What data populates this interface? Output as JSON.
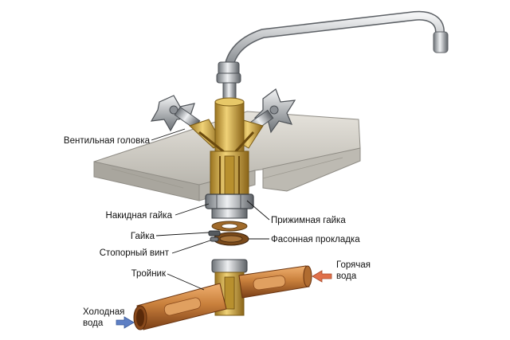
{
  "labels": {
    "valve_head": "Вентильная головка",
    "cap_nut": "Накидная гайка",
    "nut": "Гайка",
    "lock_screw": "Стопорный винт",
    "tee": "Тройник",
    "cold_water": "Холодная вода",
    "clamp_nut": "Прижимная гайка",
    "shaped_gasket": "Фасонная прокладка",
    "hot_water": "Горячая вода"
  },
  "colors": {
    "copper": "#c9803c",
    "copper_dark": "#8a4a1c",
    "brass": "#d9b44a",
    "brass_dark": "#9a7420",
    "chrome": "#c7cbcf",
    "chrome_dark": "#5d6166",
    "counter": "#d3d0c8",
    "counter_dark": "#8f8c85",
    "hot_arrow": "#e0704a",
    "cold_arrow": "#5d7fc4"
  },
  "icons": {
    "hot_arrow": "arrow-left-icon",
    "cold_arrow": "arrow-right-icon"
  }
}
